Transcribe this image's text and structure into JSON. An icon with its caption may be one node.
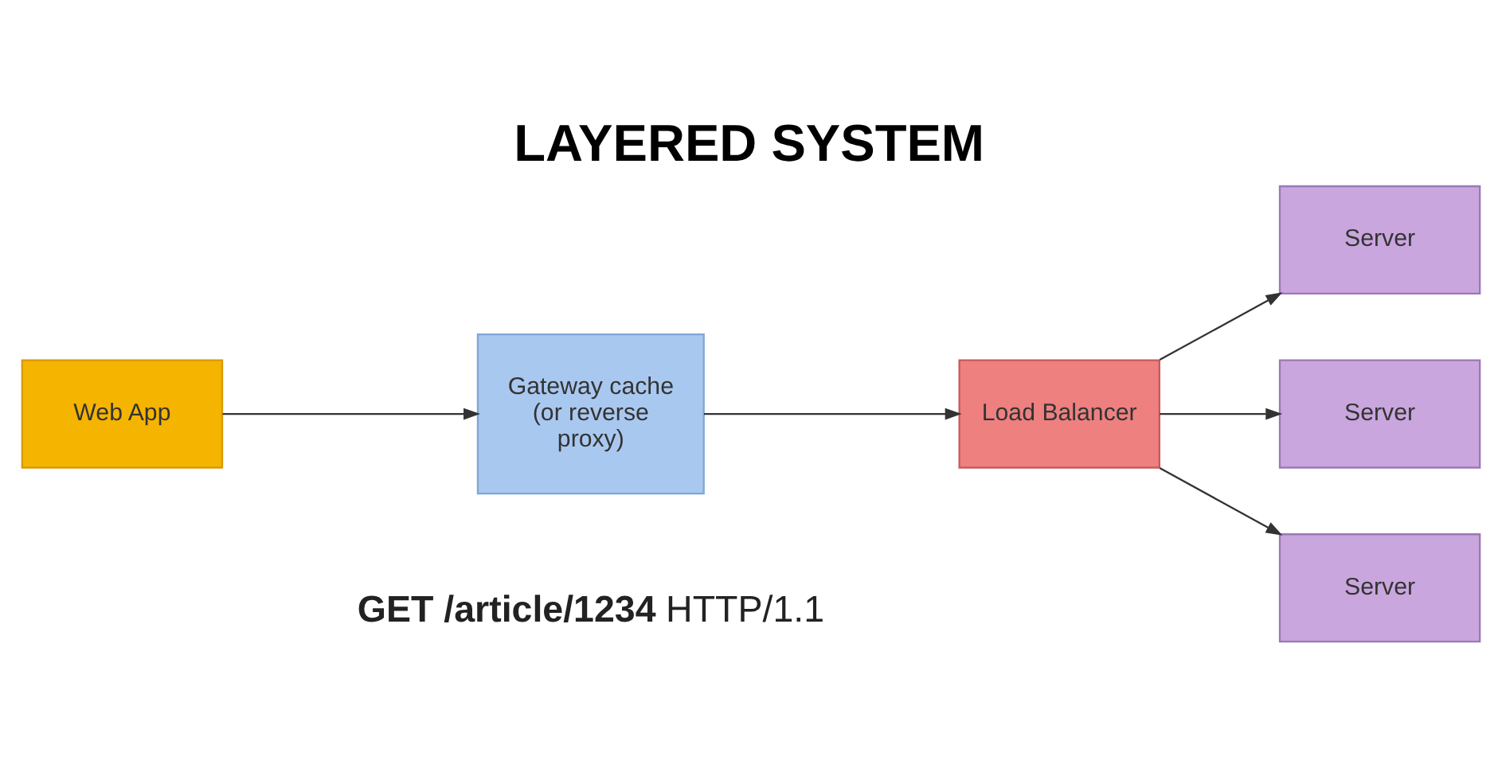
{
  "diagram": {
    "title": "LAYERED SYSTEM",
    "nodes": [
      {
        "text": [
          "Web App"
        ]
      },
      {
        "text": [
          "Gateway cache (or reverse proxy)"
        ]
      },
      {
        "text": [
          "Load Balancer"
        ]
      },
      {
        "text": [
          "Server"
        ]
      },
      {
        "text": [
          "Server"
        ]
      },
      {
        "text": [
          "Server"
        ]
      }
    ],
    "edges": [
      {
        "from": 0,
        "to": 1,
        "arrow": "to"
      },
      {
        "from": 1,
        "to": 2,
        "arrow": "to"
      },
      {
        "from": 2,
        "to": 3,
        "arrow": "to"
      },
      {
        "from": 2,
        "to": 4,
        "arrow": "to"
      },
      {
        "from": 2,
        "to": 5,
        "arrow": "to"
      }
    ],
    "labels": [
      "**GET /article/1234** HTTP/1.1"
    ]
  }
}
